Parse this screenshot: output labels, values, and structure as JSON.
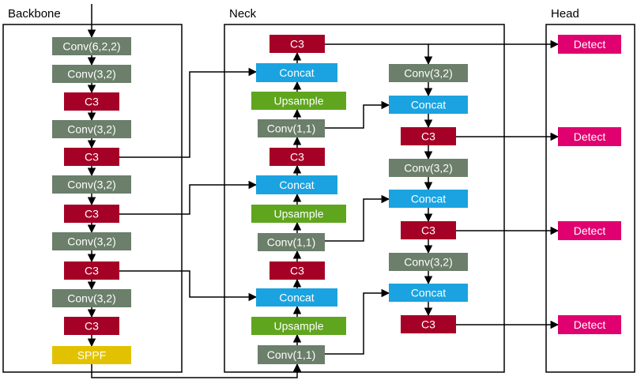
{
  "sections": {
    "backbone": "Backbone",
    "neck": "Neck",
    "head": "Head"
  },
  "colors": {
    "conv": "#6b7f6a",
    "c3": "#a50026",
    "concat": "#1aa3e0",
    "upsample": "#5fa51e",
    "sppf": "#e2c200",
    "detect": "#e0006f",
    "frame": "#000000"
  },
  "backbone": {
    "conv1": "Conv(6,2,2)",
    "conv2": "Conv(3,2)",
    "c3_1": "C3",
    "conv3": "Conv(3,2)",
    "c3_2": "C3",
    "conv4": "Conv(3,2)",
    "c3_3": "C3",
    "conv5": "Conv(3,2)",
    "c3_4": "C3",
    "conv6": "Conv(3,2)",
    "c3_5": "C3",
    "sppf": "SPPF"
  },
  "neck": {
    "left": {
      "c3_top": "C3",
      "concat1": "Concat",
      "upsample1": "Upsample",
      "conv1": "Conv(1,1)",
      "c3_mid": "C3",
      "concat2": "Concat",
      "upsample2": "Upsample",
      "conv2": "Conv(1,1)",
      "c3_low": "C3",
      "concat3": "Concat",
      "upsample3": "Upsample",
      "conv3": "Conv(1,1)"
    },
    "right": {
      "conv1": "Conv(3,2)",
      "concat1": "Concat",
      "c3_1": "C3",
      "conv2": "Conv(3,2)",
      "concat2": "Concat",
      "c3_2": "C3",
      "conv3": "Conv(3,2)",
      "concat3": "Concat",
      "c3_3": "C3"
    }
  },
  "head": {
    "detect1": "Detect",
    "detect2": "Detect",
    "detect3": "Detect",
    "detect4": "Detect"
  }
}
